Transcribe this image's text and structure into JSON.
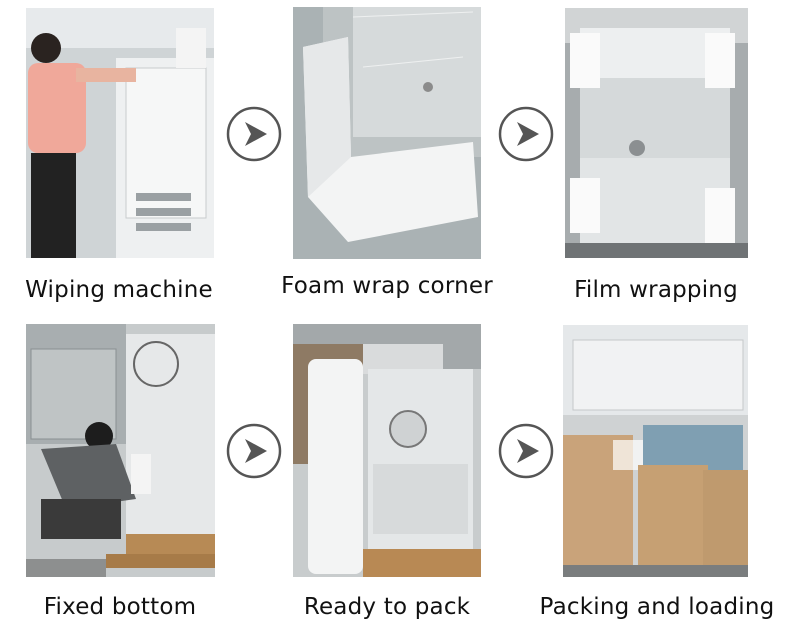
{
  "steps": [
    {
      "label": "Wiping machine"
    },
    {
      "label": "Foam wrap corner"
    },
    {
      "label": "Film wrapping"
    },
    {
      "label": "Fixed bottom"
    },
    {
      "label": "Ready to pack"
    },
    {
      "label": "Packing and loading"
    }
  ],
  "icons": {
    "arrow": "chevron-right-circle-icon"
  },
  "colors": {
    "arrow": "#555555",
    "caption": "#111111",
    "background": "#ffffff"
  }
}
